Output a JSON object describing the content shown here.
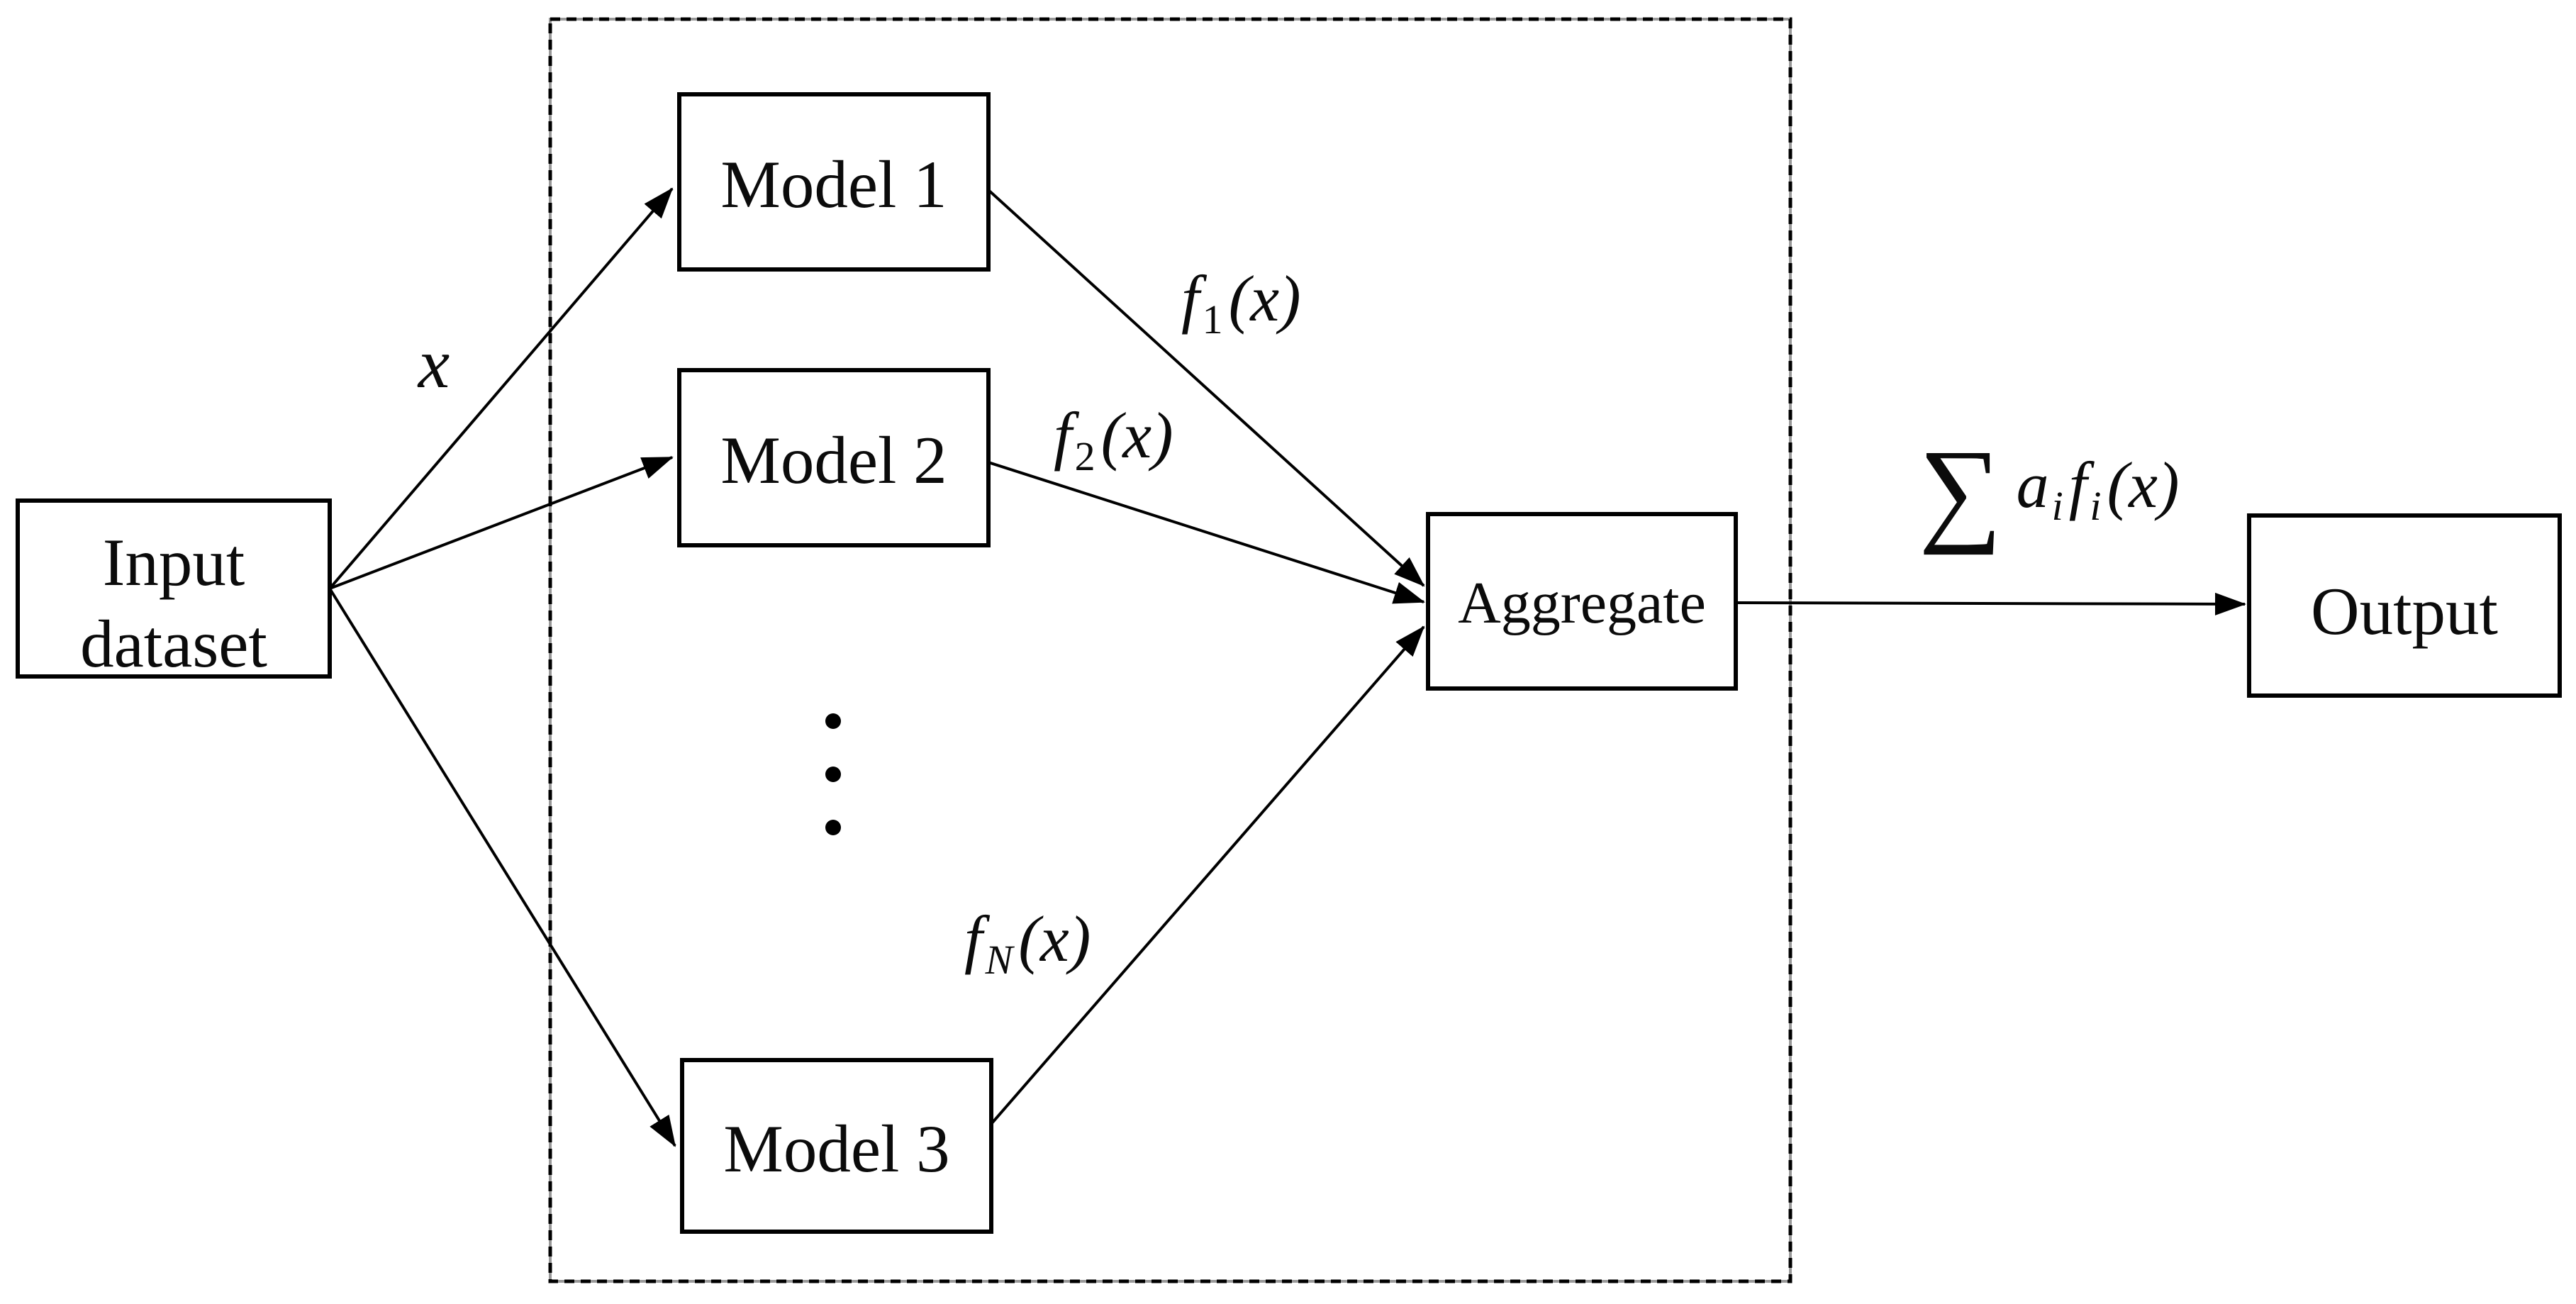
{
  "diagram": {
    "background": "#ffffff",
    "line_color": "#000000",
    "dash_underlay_color": "#999999",
    "nodes": {
      "input": {
        "line1": "Input",
        "line2": "dataset"
      },
      "model1": {
        "label": "Model 1"
      },
      "model2": {
        "label": "Model 2"
      },
      "model3": {
        "label": "Model 3"
      },
      "aggregate": {
        "label": "Aggregate"
      },
      "output": {
        "label": "Output"
      }
    },
    "edge_labels": {
      "x": "x",
      "f1": {
        "base": "f",
        "sub": "1",
        "args": "(x)"
      },
      "f2": {
        "base": "f",
        "sub": "2",
        "args": "(x)"
      },
      "fN": {
        "base": "f",
        "sub": "N",
        "args": "(x)"
      },
      "sum": {
        "sigma": "∑",
        "a_base": "a",
        "a_sub": "i",
        "f_base": "f",
        "f_sub": "i",
        "args": "(x)"
      }
    }
  }
}
